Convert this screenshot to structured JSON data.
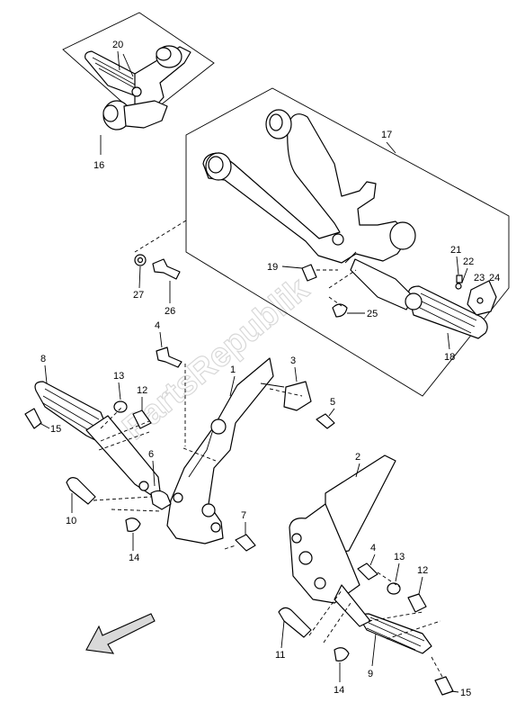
{
  "callouts": [
    {
      "id": "c1",
      "text": "1"
    },
    {
      "id": "c2",
      "text": "2"
    },
    {
      "id": "c3",
      "text": "3"
    },
    {
      "id": "c4a",
      "text": "4"
    },
    {
      "id": "c4b",
      "text": "4"
    },
    {
      "id": "c5",
      "text": "5"
    },
    {
      "id": "c6",
      "text": "6"
    },
    {
      "id": "c7",
      "text": "7"
    },
    {
      "id": "c8",
      "text": "8"
    },
    {
      "id": "c9",
      "text": "9"
    },
    {
      "id": "c10",
      "text": "10"
    },
    {
      "id": "c11",
      "text": "11"
    },
    {
      "id": "c12a",
      "text": "12"
    },
    {
      "id": "c12b",
      "text": "12"
    },
    {
      "id": "c13a",
      "text": "13"
    },
    {
      "id": "c13b",
      "text": "13"
    },
    {
      "id": "c14a",
      "text": "14"
    },
    {
      "id": "c14b",
      "text": "14"
    },
    {
      "id": "c15a",
      "text": "15"
    },
    {
      "id": "c15b",
      "text": "15"
    },
    {
      "id": "c16",
      "text": "16"
    },
    {
      "id": "c17",
      "text": "17"
    },
    {
      "id": "c18",
      "text": "18"
    },
    {
      "id": "c19",
      "text": "19"
    },
    {
      "id": "c20",
      "text": "20"
    },
    {
      "id": "c21",
      "text": "21"
    },
    {
      "id": "c22",
      "text": "22"
    },
    {
      "id": "c23",
      "text": "23"
    },
    {
      "id": "c24",
      "text": "24"
    },
    {
      "id": "c25",
      "text": "25"
    },
    {
      "id": "c26",
      "text": "26"
    },
    {
      "id": "c27",
      "text": "27"
    }
  ],
  "watermark": "PartsRepublik",
  "icons": {
    "direction_arrow": "front-direction-arrow-icon"
  }
}
